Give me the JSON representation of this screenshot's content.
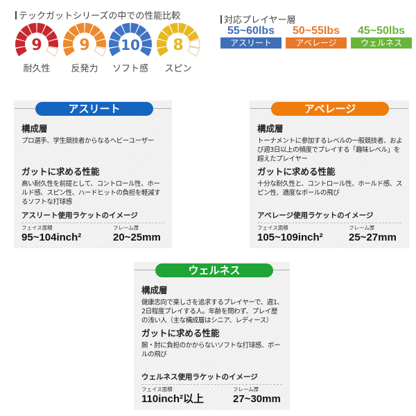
{
  "performance": {
    "title": "テックガットシリーズの中での性能比較",
    "max": 10,
    "gauges": [
      {
        "label": "耐久性",
        "value": 9,
        "color": "#c8282e"
      },
      {
        "label": "反発力",
        "value": 9,
        "color": "#ec8a2c"
      },
      {
        "label": "ソフト感",
        "value": 10,
        "color": "#3f73c4"
      },
      {
        "label": "スピン",
        "value": 8,
        "color": "#e8b820"
      }
    ]
  },
  "players": {
    "title": "対応プレイヤー層",
    "levels": [
      {
        "lbs": "55~60lbs",
        "name": "アスリート",
        "color": "#3f6fb8"
      },
      {
        "lbs": "50~55lbs",
        "name": "アベレージ",
        "color": "#e8782a"
      },
      {
        "lbs": "45~50lbs",
        "name": "ウェルネス",
        "color": "#6ab43c"
      }
    ]
  },
  "cards": [
    {
      "name": "アスリート",
      "color": "#1565c0",
      "h1": "構成層",
      "p1": "プロ選手、学生競技者からなるヘビーユーザー",
      "h2": "ガットに求める性能",
      "p2": "高い耐久性を前提として、コントロール性、ホールド感、スピン性、ハードヒットの負担を軽減するソフトな打球感",
      "img_title": "アスリート使用ラケットのイメージ",
      "face_label": "フェイス面積",
      "face": "95~104inch²",
      "frame_label": "フレーム厚",
      "frame": "20~25mm"
    },
    {
      "name": "アベレージ",
      "color": "#ef7d0e",
      "h1": "構成層",
      "p1": "トーナメントに参加するレベルの一般競技者、および週3日以上の頻度でプレイする「趣味レベル」を超えたプレイヤー",
      "h2": "ガットに求める性能",
      "p2": "十分な耐久性と、コントロール性、ホールド感、スピン性、適度なボールの飛び",
      "img_title": "アベレージ使用ラケットのイメージ",
      "face_label": "フェイス面積",
      "face": "105~109inch²",
      "frame_label": "フレーム厚",
      "frame": "25~27mm"
    },
    {
      "name": "ウェルネス",
      "color": "#21a336",
      "h1": "構成層",
      "p1": "健康志向で楽しさを追求するプレイヤーで、週1、2日程度プレイする人。年齢を問わず、プレイ歴の浅い人（主な構成層はシニア、レディース）",
      "h2": "ガットに求める性能",
      "p2": "腕・肘に負担のかからないソフトな打球感、ボールの飛び",
      "img_title": "ウェルネス使用ラケットのイメージ",
      "face_label": "フェイス面積",
      "face": "110inch²以上",
      "frame_label": "フレーム厚",
      "frame": "27~30mm"
    }
  ]
}
